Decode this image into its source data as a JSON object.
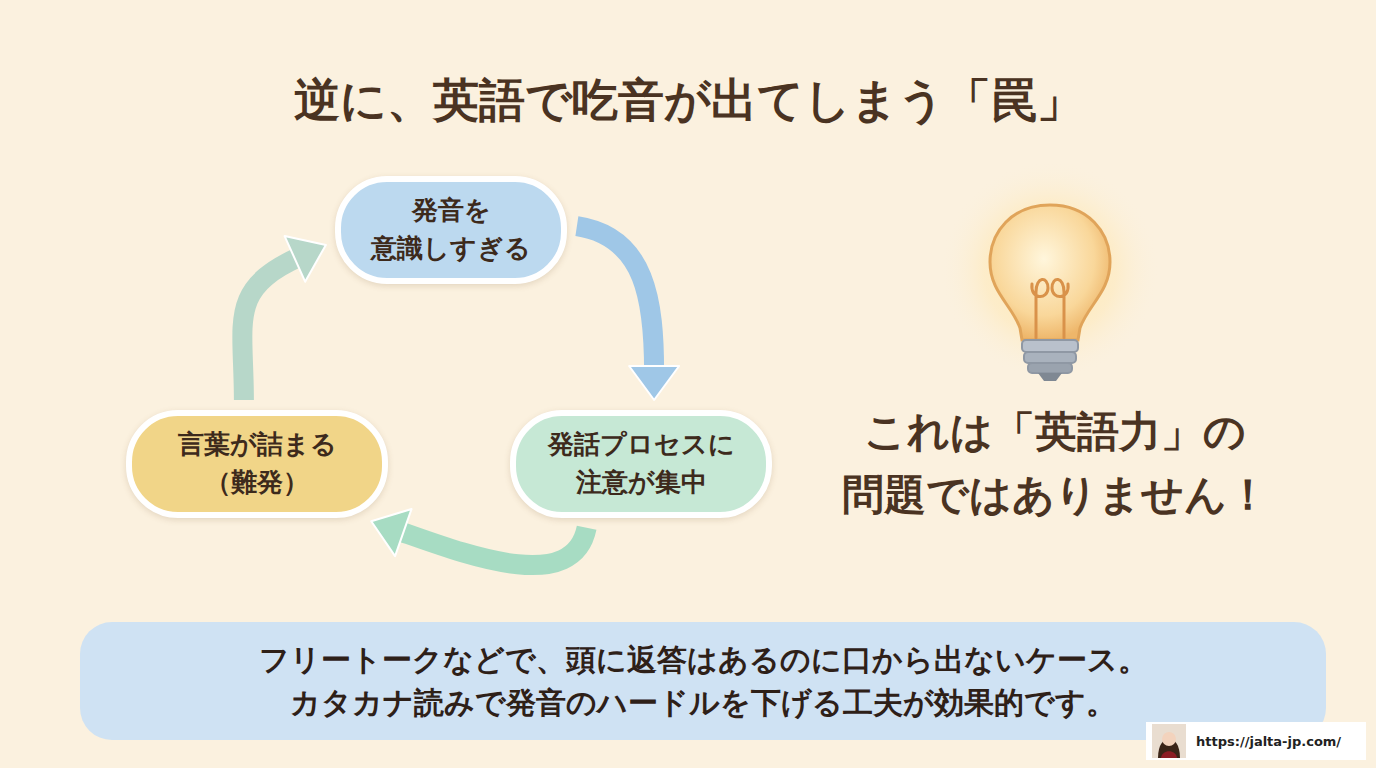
{
  "diagram": {
    "title": "逆に、英語で吃音が出てしまう「罠」",
    "nodes": [
      {
        "text": [
          "発音を 意識しすぎる"
        ]
      },
      {
        "text": [
          "発話プロセスに 注意が集中"
        ]
      },
      {
        "text": [
          "言葉が詰まる （難発）"
        ]
      },
      {
        "text": [
          "フリートークなどで、頭に返答はあるのに口から出ないケース。 カタカナ読みで発音のハードルを下げる工夫が効果的です。"
        ]
      },
      {
        "text": [
          "https://jalta-jp.com/"
        ]
      }
    ],
    "edges": [
      {
        "from": 0,
        "to": 1,
        "arrow": "to"
      },
      {
        "from": 1,
        "to": 2,
        "arrow": "to"
      },
      {
        "from": 2,
        "to": 0,
        "arrow": "to"
      }
    ],
    "labels": [
      "これは「英語力」の 問題ではありません！"
    ]
  }
}
